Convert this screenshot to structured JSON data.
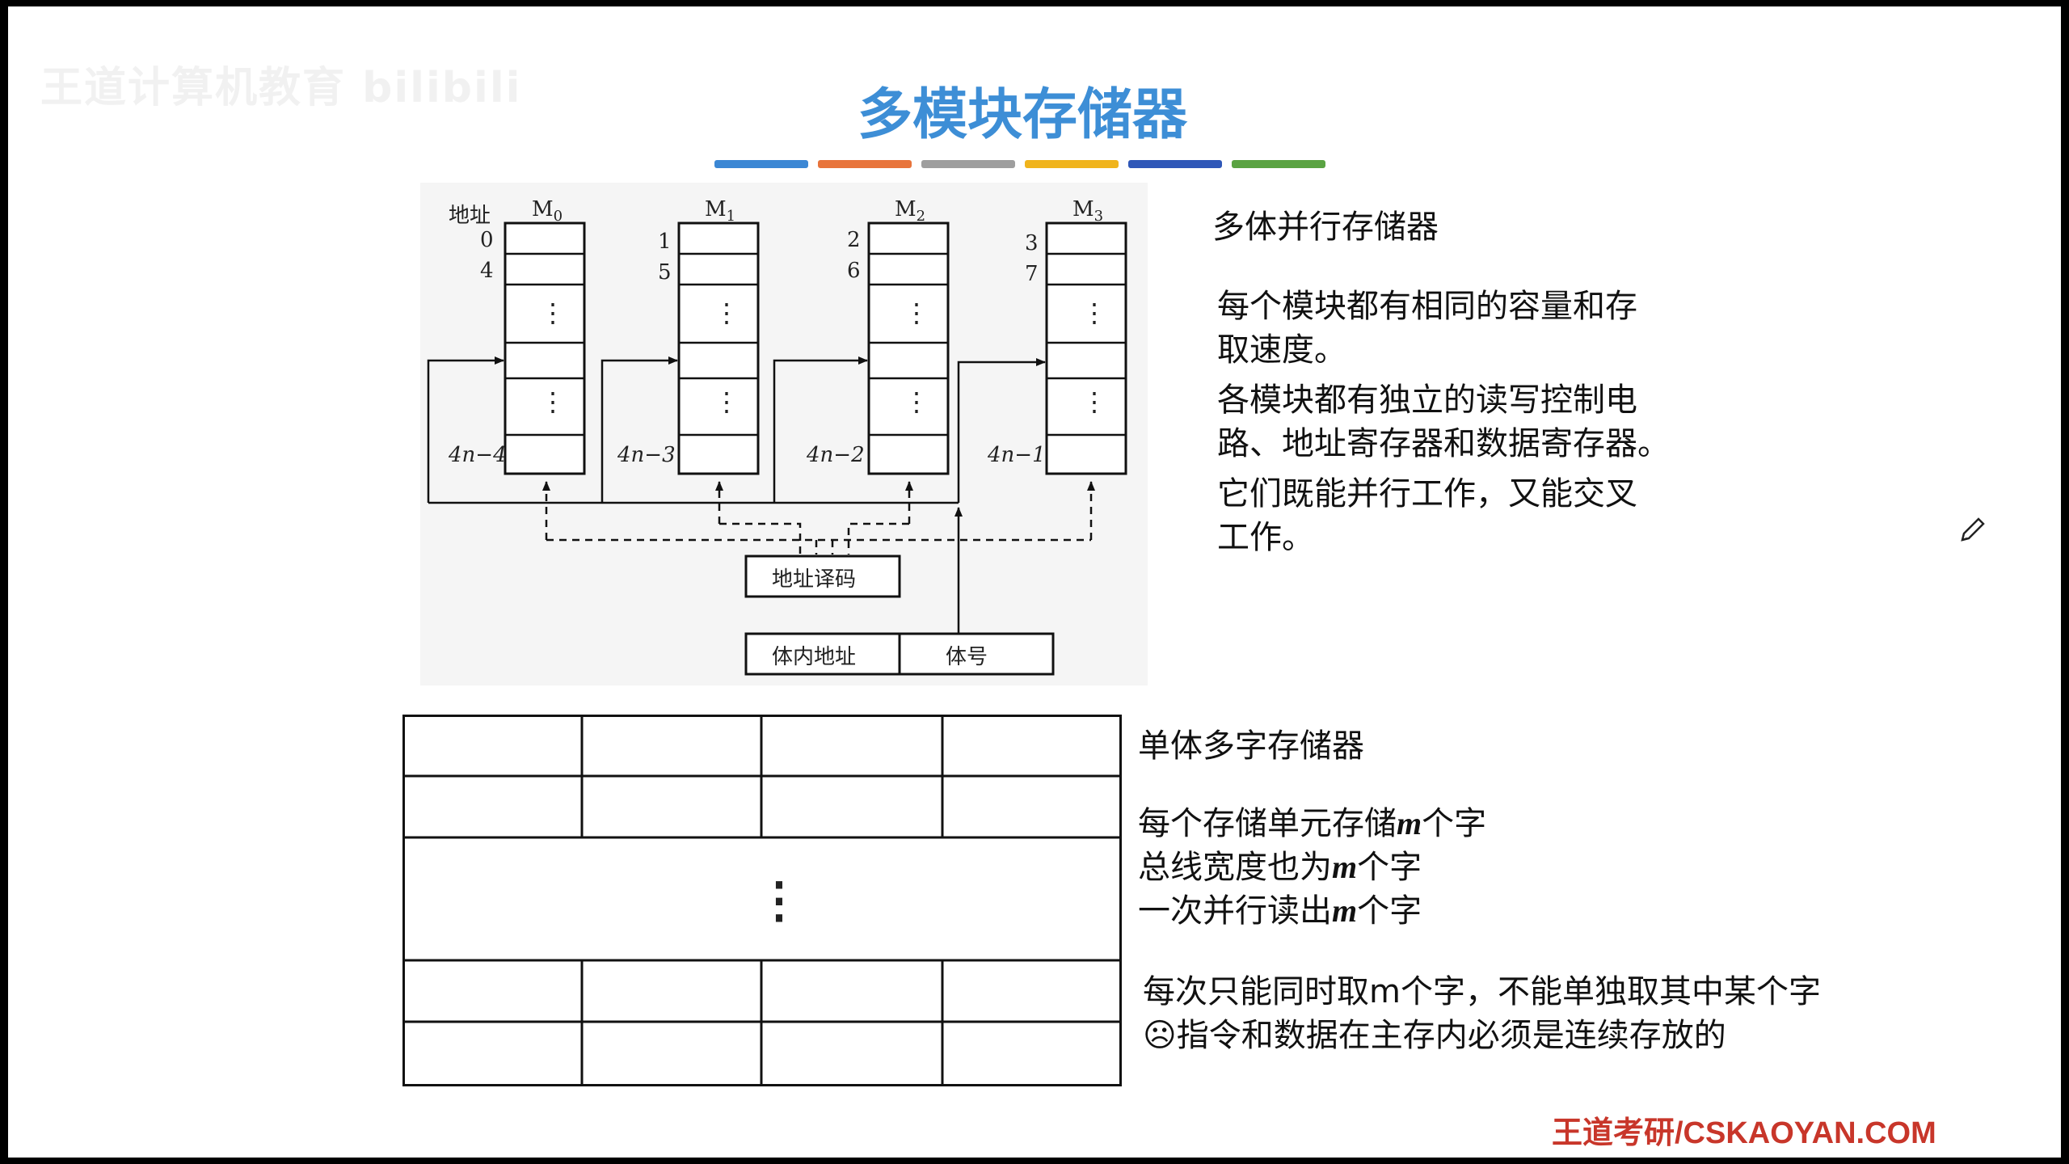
{
  "slide": {
    "watermark": "王道计算机教育 bilibili",
    "title": "多模块存储器",
    "title_color": "#3d8ed6",
    "color_bars": [
      "#3b87d4",
      "#e8743b",
      "#9e9e9e",
      "#f0b41c",
      "#2f57b8",
      "#5aa342"
    ],
    "brand": "王道考研/CSKAOYAN.COM",
    "pencil_icon": "pencil-icon"
  },
  "diagram": {
    "address_header": "地址",
    "modules": [
      {
        "name": "M",
        "sub": "0",
        "top_addrs": [
          "0",
          "4"
        ],
        "last_addr": "4n−4"
      },
      {
        "name": "M",
        "sub": "1",
        "top_addrs": [
          "1",
          "5"
        ],
        "last_addr": "4n−3"
      },
      {
        "name": "M",
        "sub": "2",
        "top_addrs": [
          "2",
          "6"
        ],
        "last_addr": "4n−2"
      },
      {
        "name": "M",
        "sub": "3",
        "top_addrs": [
          "3",
          "7"
        ],
        "last_addr": "4n−1"
      }
    ],
    "decoder_label": "地址译码",
    "inner_addr_label": "体内地址",
    "bank_no_label": "体号"
  },
  "multi_bank": {
    "heading": "多体并行存储器",
    "para1_l1": "每个模块都有相同的容量和存",
    "para1_l2": "取速度。",
    "para2_l1": "各模块都有独立的读写控制电",
    "para2_l2": "路、地址寄存器和数据寄存器。",
    "para3_l1": "它们既能并行工作，又能交叉",
    "para3_l2": "工作。"
  },
  "single_bank": {
    "heading": "单体多字存储器",
    "line1_pre": "每个存储单元存储",
    "line2_pre": "总线宽度也为",
    "line3_pre": "一次并行读出",
    "m": "m",
    "word": "个字",
    "note1": "每次只能同时取m个字，不能单独取其中某个字",
    "note2": "☹指令和数据在主存内必须是连续存放的",
    "dots": "⋮"
  }
}
